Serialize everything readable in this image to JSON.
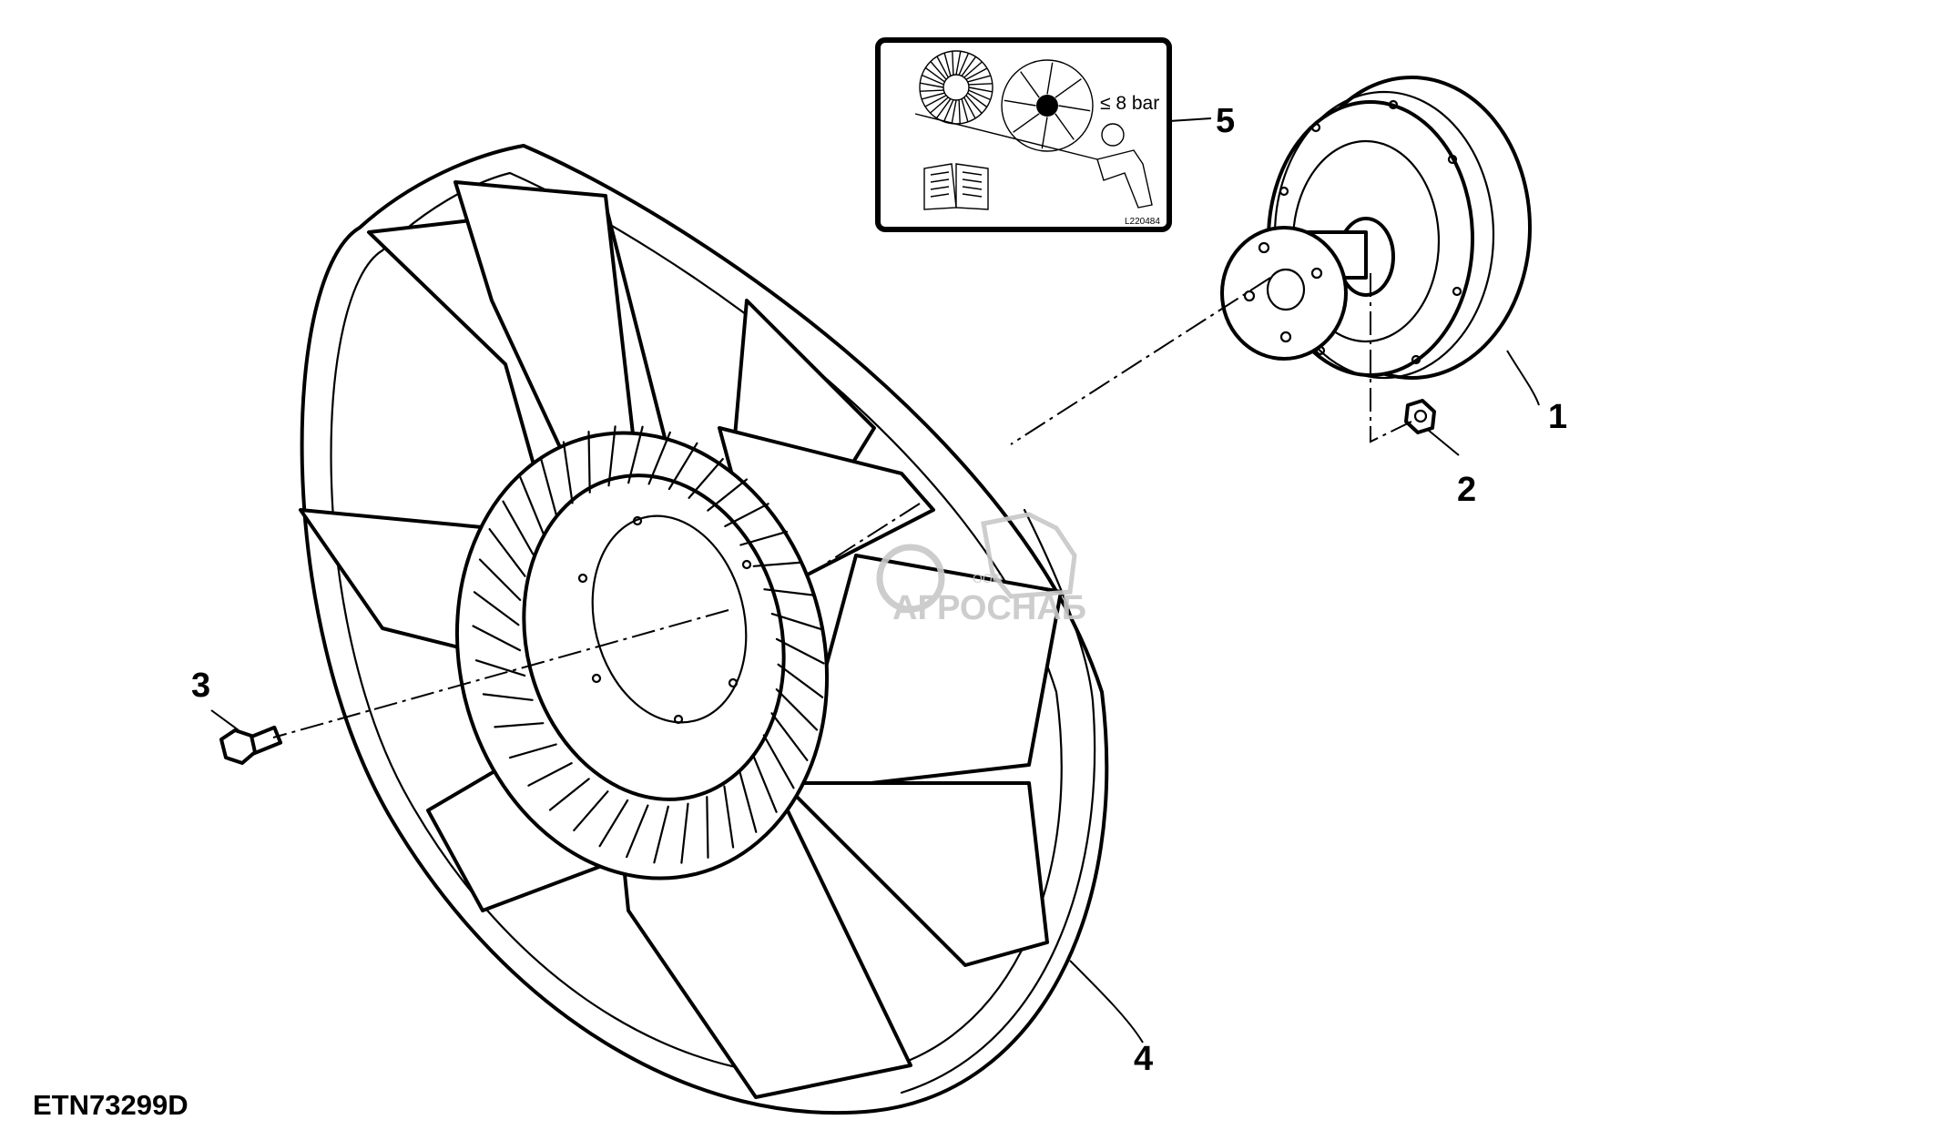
{
  "figure": {
    "id": "ETN73299D"
  },
  "callouts": {
    "fan_drive": "1",
    "nut": "2",
    "cap_screw": "3",
    "fan": "4",
    "label": "5"
  },
  "warning_label": {
    "pressure_text": "≤ 8 bar",
    "code": "L220484"
  },
  "watermark": {
    "small": "ООО",
    "large": "АГРОСНАБ"
  },
  "colors": {
    "line": "#000000",
    "background": "#ffffff",
    "watermark": "#c8c8c8"
  }
}
